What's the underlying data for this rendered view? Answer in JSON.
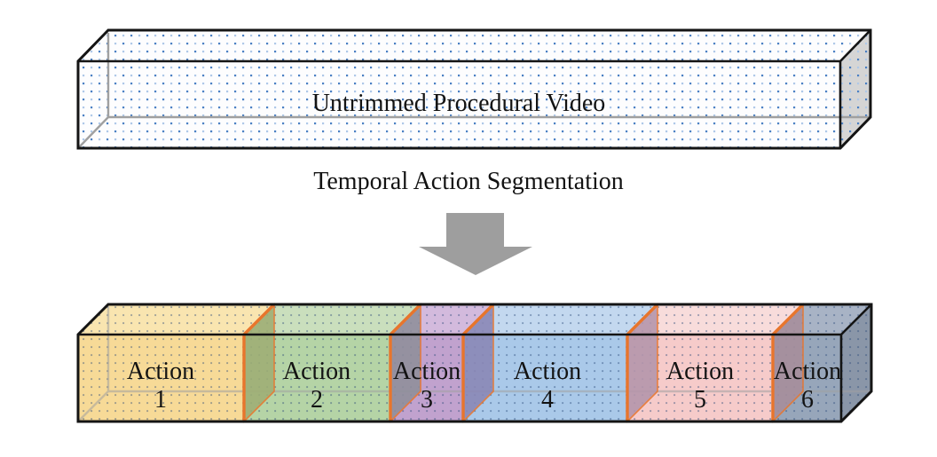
{
  "diagram": {
    "video_box": {
      "label": "Untrimmed Procedural Video"
    },
    "process_label": "Temporal Action Segmentation",
    "segments": [
      {
        "name": "Action",
        "number": "1",
        "front_color": "#F7DA97",
        "top_color": "#F9E5B0"
      },
      {
        "name": "Action",
        "number": "2",
        "front_color": "#B5D4A6",
        "top_color": "#CADFBD"
      },
      {
        "name": "Action",
        "number": "3",
        "front_color": "#C1A2CE",
        "top_color": "#D3BADD"
      },
      {
        "name": "Action",
        "number": "4",
        "front_color": "#AAC9E9",
        "top_color": "#C3D8EF"
      },
      {
        "name": "Action",
        "number": "5",
        "front_color": "#F6CBCA",
        "top_color": "#F8DCDB"
      },
      {
        "name": "Action",
        "number": "6",
        "front_color": "#97A6BA",
        "top_color": "#A8B3C5",
        "side_color": "#8A96A8"
      }
    ],
    "boundaries": [
      {
        "between": "1-2",
        "color": "#9FAE74"
      },
      {
        "between": "2-3",
        "color": "#8F8F9A"
      },
      {
        "between": "3-4",
        "color": "#8A86B5"
      },
      {
        "between": "4-5",
        "color": "#B495AB"
      },
      {
        "between": "5-6",
        "color": "#A78E9B"
      }
    ],
    "colors": {
      "divider": "#E8752C",
      "arrow": "#9E9E9E",
      "outline": "#141414",
      "hidden_edge": "#A0A0A0",
      "video_box_fill": "#FDFDFE",
      "video_box_side": "#D5D5D5",
      "text": "#131313",
      "background": "#FFFFFF"
    }
  }
}
